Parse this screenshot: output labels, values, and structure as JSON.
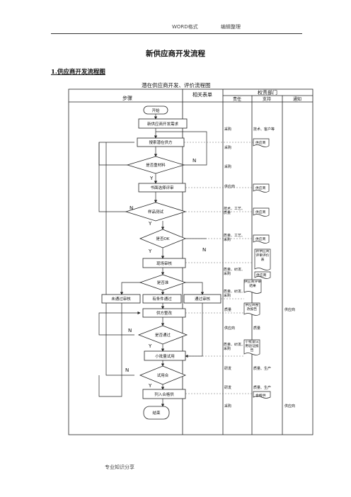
{
  "header": {
    "left": "WORD格式",
    "right": "编辑整理"
  },
  "doc_title": "新供应商开发流程",
  "section": "1.供应商开发流程图",
  "chart": {
    "title": "潜在供应商开发、评价流程图",
    "col_steps": "步骤",
    "col_forms": "相关表单",
    "col_authority": "权责部门",
    "col_responsible": "责任",
    "col_support": "支持",
    "col_notify": "通知"
  },
  "nodes": {
    "start": "开始",
    "demand": "新供应商开发需求",
    "search": "搜索潜在供方",
    "decision_material": "是否重材料",
    "evaluate": "书面选择评审",
    "decision_sample": "样品测试",
    "decision_ok": "是否OK",
    "audit": "现场审核",
    "decision_pass": "是否准",
    "not_pass": "未通过审核",
    "conditional": "有条件通过",
    "passed": "通过审核",
    "rectify": "供方整改",
    "decision_review": "是否通过",
    "trial": "小批量试用",
    "decision_trial": "试用合",
    "list": "列入合格供",
    "end": "结束"
  },
  "labels": {
    "y": "Y",
    "n": "N"
  },
  "responsible": {
    "r1": "采购",
    "r2": "采购",
    "r3": "采购",
    "r4": "供应商",
    "r5": "技术、工艺、质量",
    "r6": "质量、工艺、采购",
    "r7": "质量、研发、采购",
    "r8": "质量、研发、采购",
    "r9": "质量",
    "r10": "供应商",
    "r11": "质量、研发、采购",
    "r12": "研发",
    "r13": "研发",
    "r14": "采购"
  },
  "support": {
    "s1": "技术、客户等",
    "s2": "质量",
    "s3": "质量、生产",
    "s4": "质量、生产"
  },
  "notify": {
    "n1": "供应商",
    "n2": "供应商"
  },
  "forms": {
    "f1": "供应商",
    "f2": "供应商",
    "f3": "供应商",
    "f4": "供应商",
    "f5": "新供应商评审评价表",
    "f6": "供应商",
    "f7": "供应商评审结果",
    "f8": "供应商整改报告",
    "f9": "小批量试用验证报告",
    "f10": "合格供"
  },
  "footer": "专业知识分享"
}
